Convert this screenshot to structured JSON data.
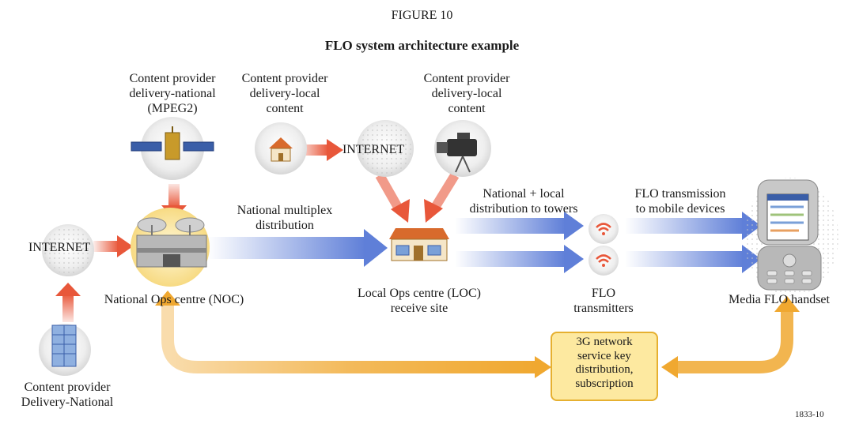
{
  "figure": {
    "number": "FIGURE 10",
    "title": "FLO system architecture example",
    "id": "1833-10"
  },
  "labels": {
    "cp_national_mpeg2": [
      "Content provider",
      "delivery-national",
      "(MPEG2)"
    ],
    "cp_local_1": [
      "Content provider",
      "delivery-local",
      "content"
    ],
    "cp_local_2": [
      "Content provider",
      "delivery-local",
      "content"
    ],
    "internet_local": "INTERNET",
    "internet_national": "INTERNET",
    "national_multiplex": [
      "National multiplex",
      "distribution"
    ],
    "national_local": [
      "National + local",
      "distribution to towers"
    ],
    "flo_transmission": [
      "FLO transmission",
      "to mobile devices"
    ],
    "noc": "National Ops centre (NOC)",
    "loc": [
      "Local Ops centre (LOC)",
      "receive site"
    ],
    "flo_transmitters": [
      "FLO",
      "transmitters"
    ],
    "handset": "Media FLO handset",
    "cp_delivery_national": [
      "Content provider",
      "Delivery-National"
    ],
    "network_3g": [
      "3G network",
      "service key",
      "distribution,",
      "subscription"
    ]
  },
  "colors": {
    "red_arrow": "#e8573a",
    "blue_arrow": "#5f7fd8",
    "orange_arrow": "#f0a830",
    "box_fill": "#fde9a0"
  },
  "icons": [
    "satellite-icon",
    "house-icon",
    "video-camera-icon",
    "satellite-dish-icon",
    "office-building-icon",
    "wifi-icon",
    "mobile-phone-icon",
    "globe-icon"
  ]
}
